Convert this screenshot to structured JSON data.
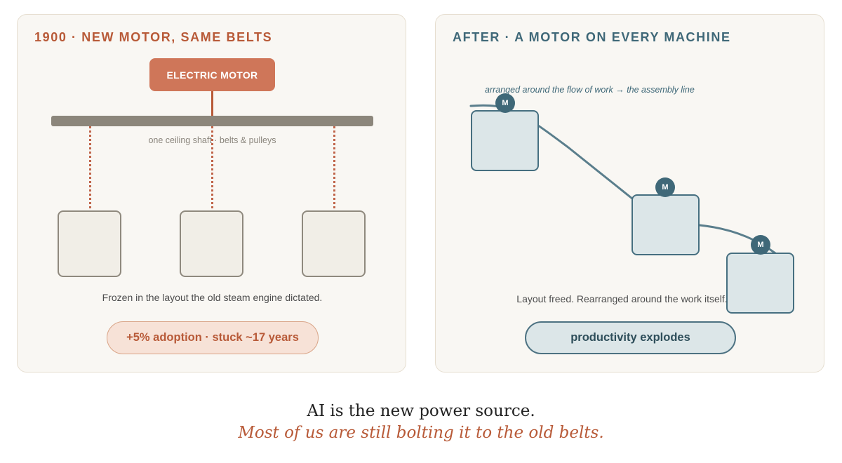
{
  "left_panel": {
    "title": "1900 · NEW MOTOR, SAME BELTS",
    "motor_label": "ELECTRIC MOTOR",
    "shaft_label": "one ceiling shaft · belts & pulleys",
    "caption": "Frozen in the layout the old steam engine dictated.",
    "pill": "+5% adoption · stuck ~17 years"
  },
  "right_panel": {
    "title": "AFTER · A MOTOR ON EVERY MACHINE",
    "flow_note": "arranged around the flow of work → the assembly line",
    "motor_badges": [
      "M",
      "M",
      "M"
    ],
    "caption": "Layout freed. Rearranged around the work itself.",
    "pill": "productivity explodes"
  },
  "footer": {
    "line1": "AI is the new power source.",
    "line2": "Most of us are still bolting it to the old belts."
  },
  "colors": {
    "rust": "#b85a38",
    "motor_fill": "#cf7659",
    "slate": "#3f6878",
    "panel_bg": "#f9f7f3",
    "shaft": "#8c867b"
  }
}
